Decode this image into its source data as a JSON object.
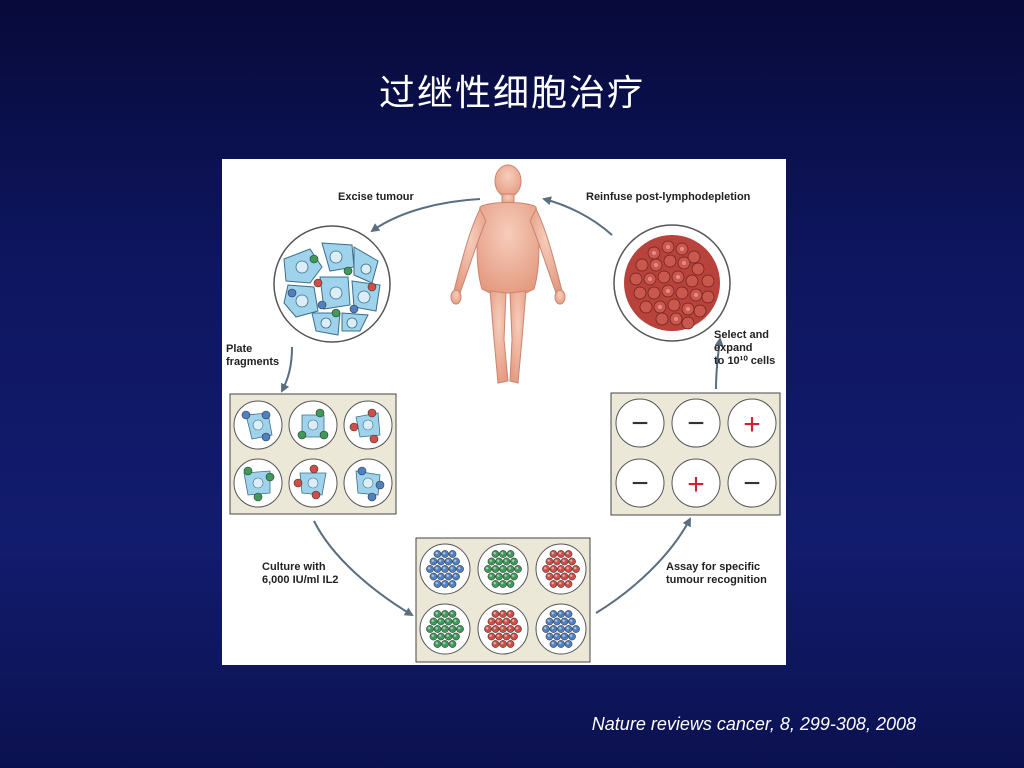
{
  "slide": {
    "title": "过继性细胞治疗",
    "citation": "Nature reviews cancer, 8, 299-308, 2008"
  },
  "figure": {
    "labels": {
      "excise_tumour": "Excise tumour",
      "reinfuse": "Reinfuse post-lymphodepletion",
      "plate_fragments": "Plate\nfragments",
      "select_expand": "Select and\nexpand\nto 10¹⁰ cells",
      "culture": "Culture with\n6,000 IU/ml IL2",
      "assay": "Assay for specific\ntumour recognition"
    },
    "assay_plate_results": [
      "−",
      "−",
      "+",
      "−",
      "+",
      "−"
    ],
    "colors": {
      "arrow": "#5a6e80",
      "tumour_cell": "#9fd3ec",
      "lymph_blue": "#4f80c2",
      "lymph_green": "#3f9a5a",
      "lymph_red": "#cf4f46",
      "plate_bg": "#ece8d8",
      "skin": "#eeaa92",
      "plus_sign": "#cc2233"
    }
  }
}
